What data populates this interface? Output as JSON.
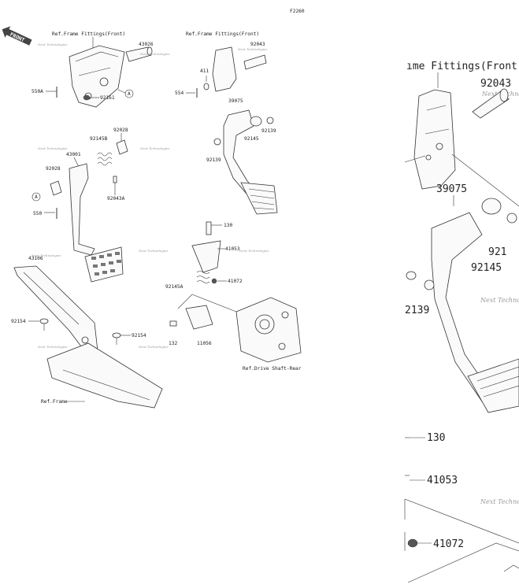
{
  "code": "F2260",
  "front_badge": "FRONT",
  "watermark": "Next Technologies",
  "left_panel": {
    "ref_frame_fittings": "Ref.Frame Fittings(Front)",
    "ref_frame": "Ref.Frame",
    "ref_drive_shaft": "Ref.Drive Shaft-Rear",
    "marker_a": "A",
    "part_labels": {
      "p43026": "43026",
      "p550a": "550A",
      "p92161": "92161",
      "p92028a": "92028",
      "p92145b": "92145B",
      "p43001": "43001",
      "p92028b": "92028",
      "p92043a": "92043A",
      "p550": "550",
      "p43106": "43106",
      "p92154a": "92154",
      "p92154b": "92154",
      "p130": "130",
      "p41053": "41053",
      "p92145a": "92145A",
      "p41072": "41072",
      "p132": "132",
      "p11056": "11056",
      "p411": "411",
      "p92043": "92043",
      "p554": "554",
      "p39075": "39075",
      "p92139a": "92139",
      "p92145": "92145",
      "p92139b": "92139"
    }
  },
  "right_panel": {
    "ref_fittings_partial": "ıme Fittings(Front)",
    "p92043": "92043",
    "p39075": "39075",
    "p92145": "92145",
    "p92139": "2139",
    "p921_partial": "921",
    "p130": "130",
    "p41053": "41053",
    "p41072": "41072"
  }
}
